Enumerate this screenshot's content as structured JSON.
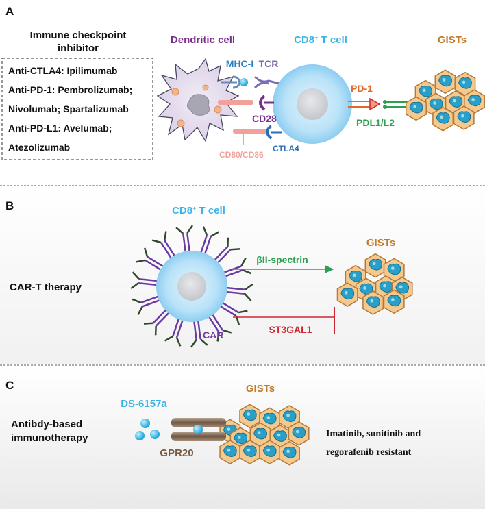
{
  "panel_a": {
    "letter": "A",
    "inhibitor_title_line1": "Immune checkpoint",
    "inhibitor_title_line2": "inhibitor",
    "drugs": [
      "Anti-CTLA4:  Ipilimumab",
      "Anti-PD-1: Pembrolizumab;",
      "Nivolumab; Spartalizumab",
      "Anti-PD-L1: Avelumab;",
      "Atezolizumab"
    ],
    "dendritic_label": "Dendritic cell",
    "tcell_label_base": "CD8",
    "tcell_label_sup": "+",
    "tcell_label_rest": " T  cell",
    "gists_label": "GISTs",
    "mhc_label": "MHC-I",
    "tcr_label": "TCR",
    "cd28_label": "CD28",
    "ctla4_label": "CTLA4",
    "cd80_label": "CD80/CD86",
    "pd1_label": "PD-1",
    "pdl_label": "PDL1/L2"
  },
  "panel_b": {
    "letter": "B",
    "tcell_label_base": "CD8",
    "tcell_label_sup": "+",
    "tcell_label_rest": " T  cell",
    "therapy_label": "CAR-T therapy",
    "car_label": "CAR",
    "gists_label": "GISTs",
    "spectrin_label": "βII-spectrin",
    "st3gal1_label": "ST3GAL1"
  },
  "panel_c": {
    "letter": "C",
    "therapy_line1": "Antibdy-based",
    "therapy_line2": "immunotherapy",
    "drug_label": "DS-6157a",
    "receptor_label": "GPR20",
    "gists_label": "GISTs",
    "resistance_line1": "Imatinib, sunitinib and",
    "resistance_line2": "regorafenib resistant"
  },
  "colors": {
    "dendritic": "#7a2f8c",
    "tcell": "#3ab4e6",
    "gists": "#c07a2a",
    "mhc": "#2b7bbf",
    "tcr": "#7b6bb0",
    "cd28": "#7a2f8c",
    "ctla4": "#2b6fb5",
    "cd80": "#f2a19a",
    "pd1": "#e06a2a",
    "pdl": "#2aa050",
    "spectrin": "#2aa050",
    "st3gal1": "#d0262f",
    "car": "#6a3aa0",
    "drug": "#3ab4e6",
    "gpr20": "#7a5a40"
  }
}
